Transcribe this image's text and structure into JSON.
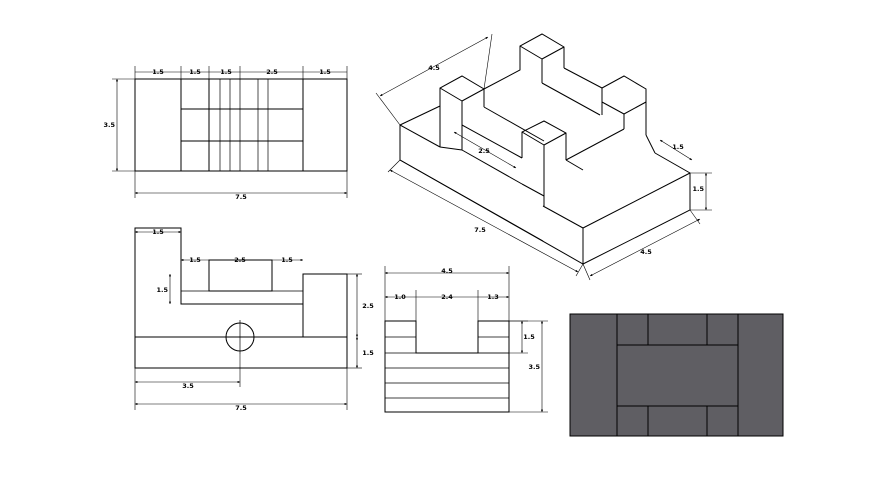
{
  "colors": {
    "background": "#ffffff",
    "line": "#000000",
    "shade_fill": "#5f5e63"
  },
  "top_view": {
    "widths": [
      "1.5",
      "1.5",
      "1.5",
      "2.5",
      "1.5"
    ],
    "height": "3.5",
    "total": "7.5"
  },
  "front_view": {
    "left_top": "1.5",
    "slot_left": "1.5",
    "slot_width": "2.5",
    "slot_right": "1.5",
    "slot_depth": "1.5",
    "right_height": "2.5",
    "base_height": "1.5",
    "hole_offset": "3.5",
    "total": "7.5"
  },
  "side_view": {
    "total": "4.5",
    "left": "1.0",
    "slot": "2.4",
    "right": "1.3",
    "slot_depth": "1.5",
    "height": "3.5"
  },
  "iso_view": {
    "top_length": "4.5",
    "slot_width": "2.5",
    "step_width": "1.5",
    "base_height": "1.5",
    "length": "7.5",
    "width": "4.5"
  }
}
